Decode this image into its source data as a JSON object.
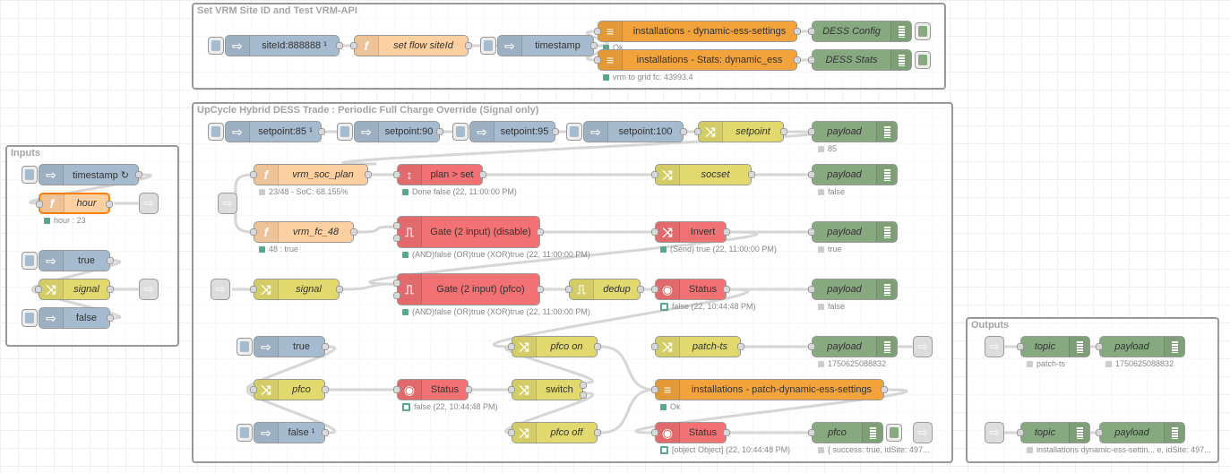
{
  "colors": {
    "inject": "#a6bbcf",
    "function": "#fdd0a2",
    "change": "#e2d96e",
    "debug": "#87a980",
    "red": "#f27173",
    "http": "#f3a33b",
    "link": "#dddddd"
  },
  "icons": {
    "inject": "arrow-right-icon",
    "function": "function-icon",
    "change": "shuffle-icon",
    "debug": "list-icon",
    "http": "globe-icon",
    "switch": "switch-icon",
    "gate": "gate-icon",
    "status": "eye-icon",
    "link": "link-icon"
  },
  "groups": [
    {
      "label": "Set VRM Site ID and Test VRM-API"
    },
    {
      "label": "UpCycle Hybrid DESS Trade : Periodic Full Charge Override (Signal only)"
    },
    {
      "label": "Inputs"
    },
    {
      "label": "Outputs"
    }
  ],
  "nodes": [
    {
      "label": "siteId:888888 ¹"
    },
    {
      "label": "set flow siteId"
    },
    {
      "label": "timestamp"
    },
    {
      "label": "installations - dynamic-ess-settings"
    },
    {
      "label": "installations - Stats: dynamic_ess"
    },
    {
      "label": "DESS Config"
    },
    {
      "label": "DESS Stats"
    },
    {
      "label": "setpoint:85 ¹"
    },
    {
      "label": "setpoint:90"
    },
    {
      "label": "setpoint:95"
    },
    {
      "label": "setpoint:100"
    },
    {
      "label": "setpoint"
    },
    {
      "label": "payload"
    },
    {
      "label": "vrm_soc_plan"
    },
    {
      "label": "plan > set"
    },
    {
      "label": "socset"
    },
    {
      "label": "payload"
    },
    {
      "label": "vrm_fc_48"
    },
    {
      "label": "Gate (2 input) (disable)"
    },
    {
      "label": "Invert"
    },
    {
      "label": "payload"
    },
    {
      "label": "signal"
    },
    {
      "label": "Gate (2 input) (pfco)"
    },
    {
      "label": "dedup"
    },
    {
      "label": "Status"
    },
    {
      "label": "payload"
    },
    {
      "label": "true"
    },
    {
      "label": "pfco on"
    },
    {
      "label": "patch-ts"
    },
    {
      "label": "payload"
    },
    {
      "label": "pfco"
    },
    {
      "label": "Status"
    },
    {
      "label": "switch"
    },
    {
      "label": "installations - patch-dynamic-ess-settings"
    },
    {
      "label": "false ¹"
    },
    {
      "label": "pfco off"
    },
    {
      "label": "Status"
    },
    {
      "label": "pfco"
    },
    {
      "label": "timestamp ↻"
    },
    {
      "label": "hour"
    },
    {
      "label": "true"
    },
    {
      "label": "signal"
    },
    {
      "label": "false"
    },
    {
      "label": "topic"
    },
    {
      "label": "payload"
    },
    {
      "label": "topic"
    },
    {
      "label": "payload"
    }
  ],
  "statuses": [
    {
      "text": "Ok"
    },
    {
      "text": "vrm to grid fc: 43993.4"
    },
    {
      "text": "85"
    },
    {
      "text": "23/48 - SoC: 68.155%"
    },
    {
      "text": "Done false (22, 11:00:00 PM)"
    },
    {
      "text": "false"
    },
    {
      "text": "48 : true"
    },
    {
      "text": "(Send) true (22, 11:00:00 PM)"
    },
    {
      "text": "true"
    },
    {
      "text": "(AND)false (OR)true (XOR)true (22, 11:00:00 PM)"
    },
    {
      "text": "(AND)false (OR)true (XOR)true (22, 11:00:00 PM)"
    },
    {
      "text": "false (22, 10:44:48 PM)"
    },
    {
      "text": "false"
    },
    {
      "text": "1750625088832"
    },
    {
      "text": "false (22, 10:44:48 PM)"
    },
    {
      "text": "Ok"
    },
    {
      "text": "[object Object] (22, 10:44:48 PM)"
    },
    {
      "text": "{ success: true, idSite: 497..."
    },
    {
      "text": "hour : 23"
    },
    {
      "text": "patch-ts"
    },
    {
      "text": "1750625088832"
    },
    {
      "text": "installations dynamic-ess-settin... e, idSite: 497..."
    }
  ]
}
